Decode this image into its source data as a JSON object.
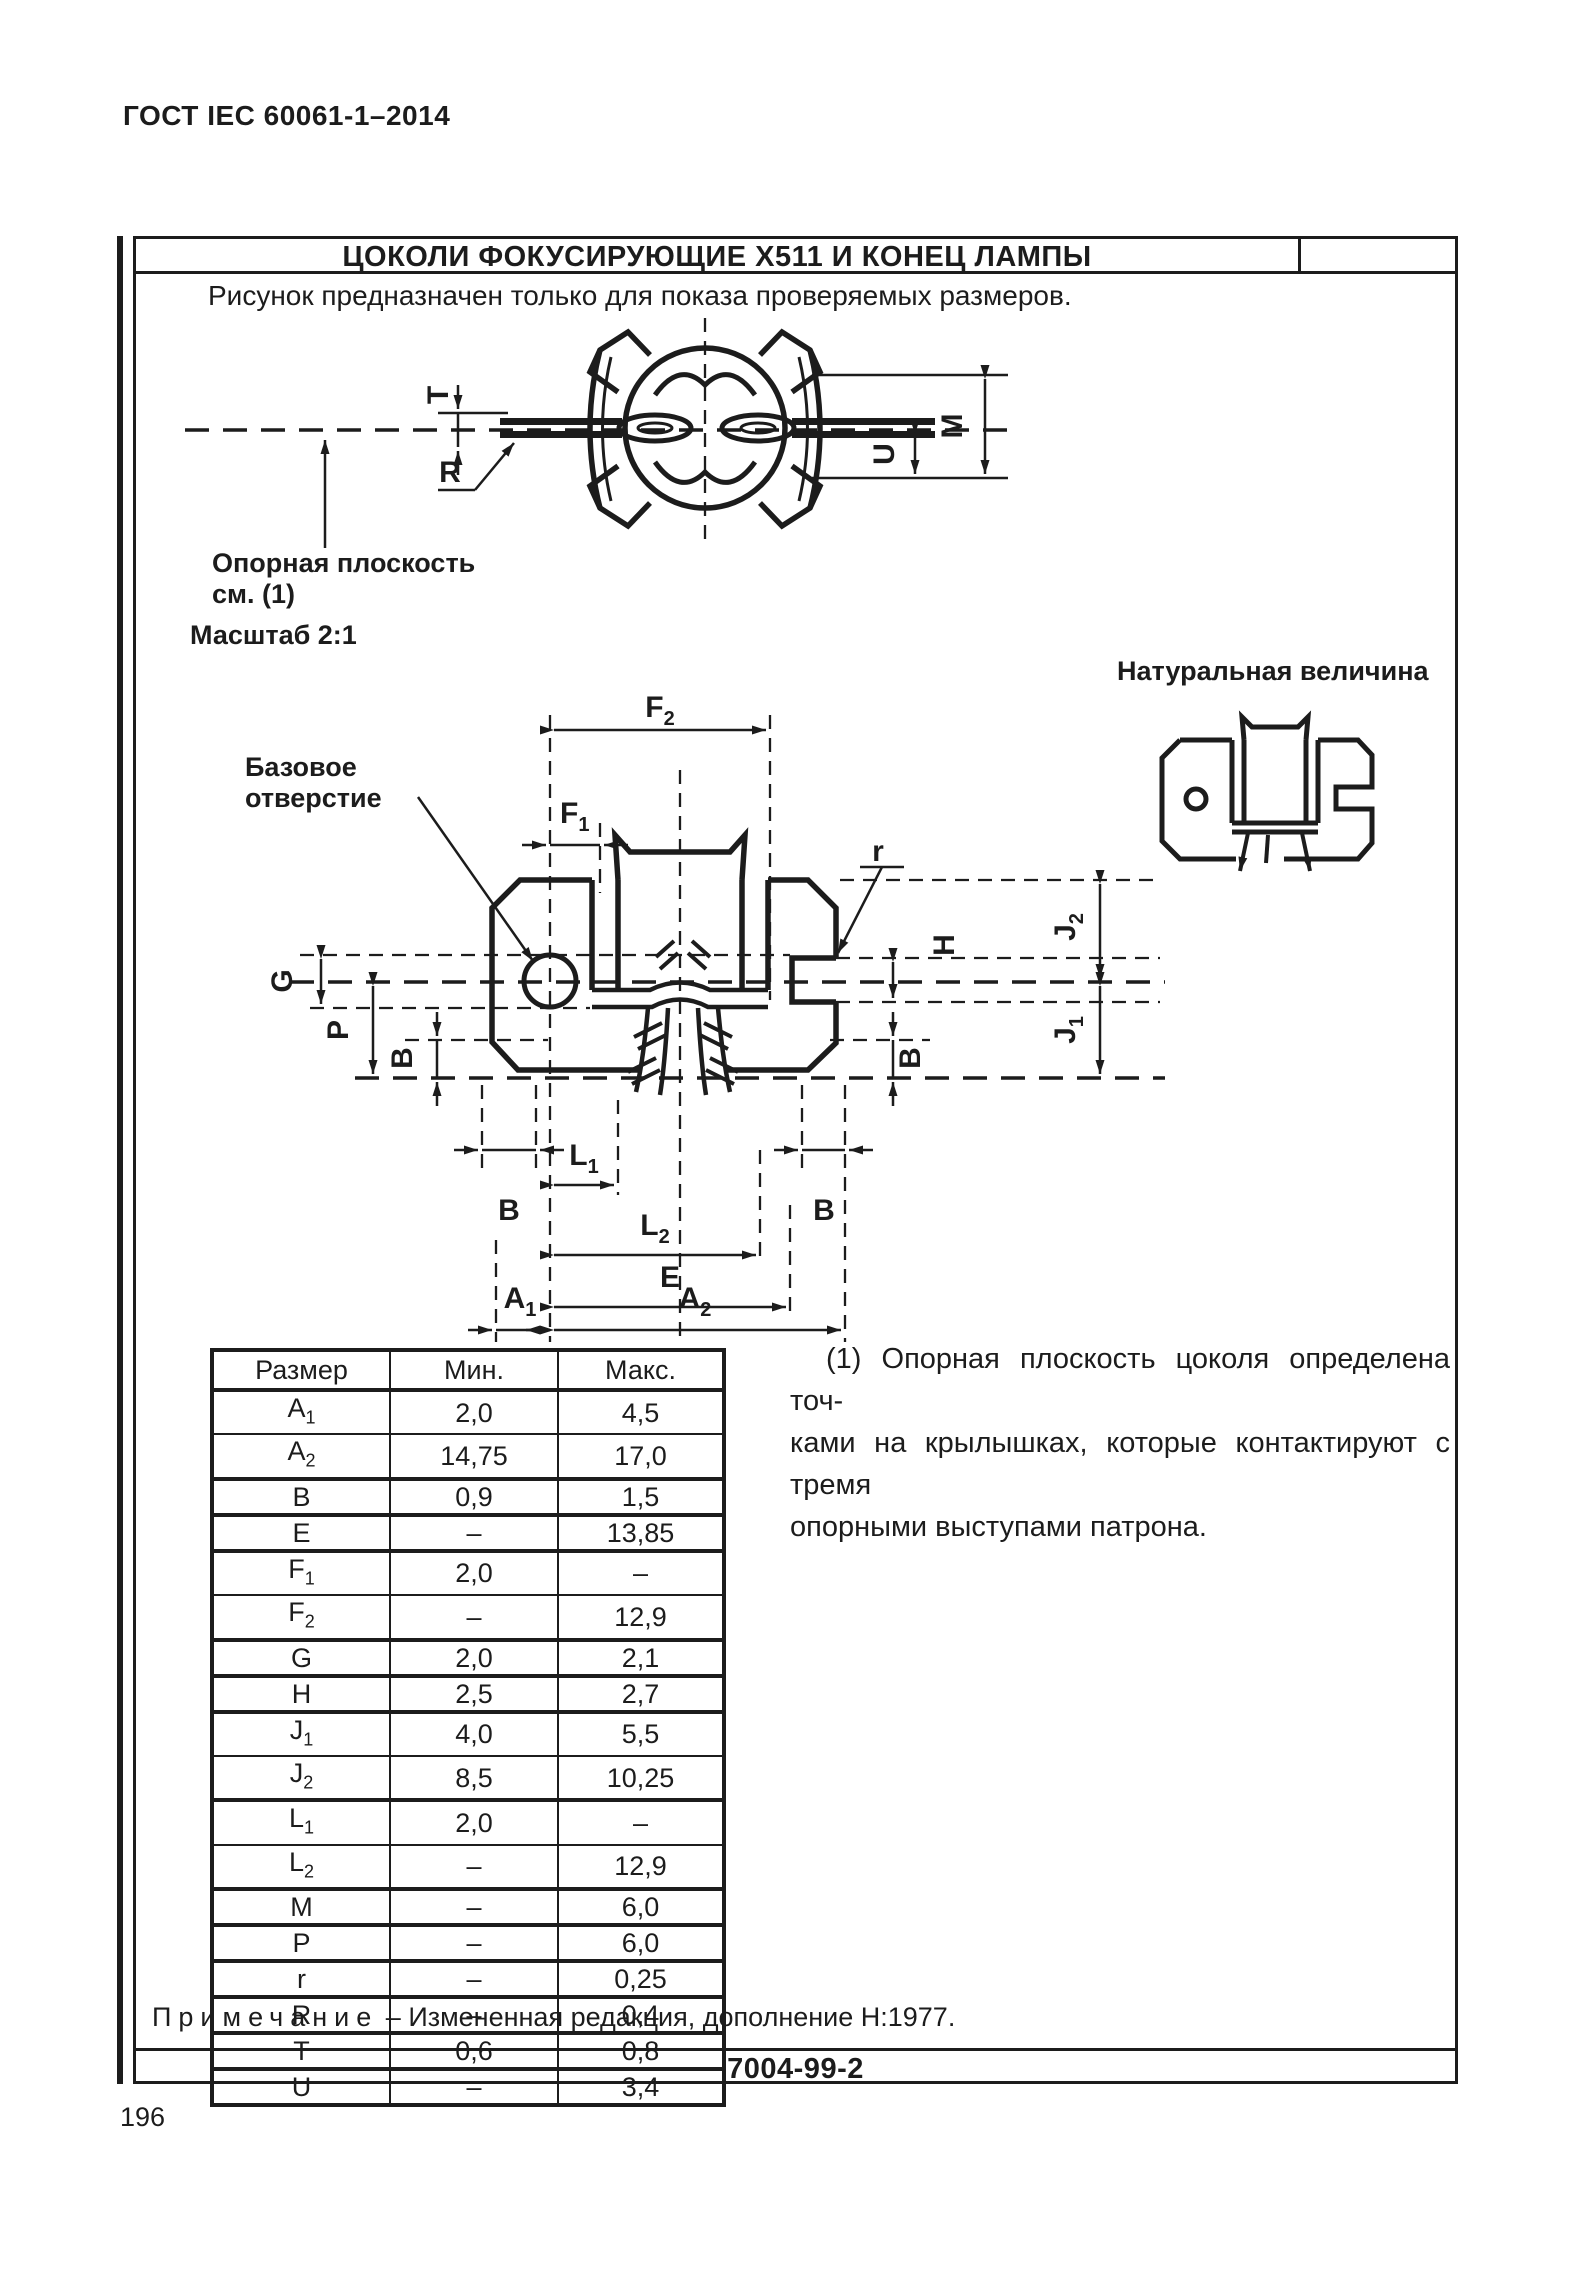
{
  "page": {
    "standard": "ГОСТ IEC 60061-1–2014",
    "page_number": "196",
    "sheet_code": "7004-99-2"
  },
  "sheet": {
    "title": "ЦОКОЛИ ФОКУСИРУЮЩИЕ X511 И КОНЕЦ ЛАМПЫ",
    "subtitle": "Рисунок предназначен только для показа проверяемых размеров.",
    "scale_label": "Масштаб 2:1",
    "natural_size_label": "Натуральная величина",
    "datum_label_line1": "Опорная плоскость",
    "datum_label_line2": "см. (1)",
    "base_hole_line1": "Базовое",
    "base_hole_line2": "отверстие"
  },
  "dims": {
    "t": "T",
    "r_cap": "R",
    "m": "M",
    "u": "U",
    "g": "G",
    "p": "P",
    "b": "B",
    "h": "H",
    "e": "E",
    "r_small": "r",
    "f1": {
      "base": "F",
      "sub": "1"
    },
    "f2": {
      "base": "F",
      "sub": "2"
    },
    "j1": {
      "base": "J",
      "sub": "1"
    },
    "j2": {
      "base": "J",
      "sub": "2"
    },
    "l1": {
      "base": "L",
      "sub": "1"
    },
    "l2": {
      "base": "L",
      "sub": "2"
    },
    "a1": {
      "base": "A",
      "sub": "1"
    },
    "a2": {
      "base": "A",
      "sub": "2"
    }
  },
  "table": {
    "headers": [
      "Размер",
      "Мин.",
      "Макс."
    ],
    "rows": [
      {
        "name": "A",
        "sub": "1",
        "min": "2,0",
        "max": "4,5",
        "group_start": true
      },
      {
        "name": "A",
        "sub": "2",
        "min": "14,75",
        "max": "17,0",
        "group_start": false
      },
      {
        "name": "B",
        "sub": "",
        "min": "0,9",
        "max": "1,5",
        "group_start": true
      },
      {
        "name": "E",
        "sub": "",
        "min": "–",
        "max": "13,85",
        "group_start": true
      },
      {
        "name": "F",
        "sub": "1",
        "min": "2,0",
        "max": "–",
        "group_start": true
      },
      {
        "name": "F",
        "sub": "2",
        "min": "–",
        "max": "12,9",
        "group_start": false
      },
      {
        "name": "G",
        "sub": "",
        "min": "2,0",
        "max": "2,1",
        "group_start": true
      },
      {
        "name": "H",
        "sub": "",
        "min": "2,5",
        "max": "2,7",
        "group_start": true
      },
      {
        "name": "J",
        "sub": "1",
        "min": "4,0",
        "max": "5,5",
        "group_start": true
      },
      {
        "name": "J",
        "sub": "2",
        "min": "8,5",
        "max": "10,25",
        "group_start": false
      },
      {
        "name": "L",
        "sub": "1",
        "min": "2,0",
        "max": "–",
        "group_start": true
      },
      {
        "name": "L",
        "sub": "2",
        "min": "–",
        "max": "12,9",
        "group_start": false
      },
      {
        "name": "M",
        "sub": "",
        "min": "–",
        "max": "6,0",
        "group_start": true
      },
      {
        "name": "P",
        "sub": "",
        "min": "–",
        "max": "6,0",
        "group_start": true
      },
      {
        "name": "r",
        "sub": "",
        "min": "–",
        "max": "0,25",
        "group_start": true
      },
      {
        "name": "R",
        "sub": "",
        "min": "–",
        "max": "0,4",
        "group_start": true
      },
      {
        "name": "T",
        "sub": "",
        "min": "0,6",
        "max": "0,8",
        "group_start": true
      },
      {
        "name": "U",
        "sub": "",
        "min": "–",
        "max": "3,4",
        "group_start": true
      }
    ]
  },
  "note": {
    "lines": [
      "(1) Опорная плоскость цоколя определена точ-",
      "ками на крылышках, которые контактируют с тремя",
      "опорными выступами патрона."
    ]
  },
  "footnote": {
    "label": "Примечание",
    "text": "– Измененная редакция, дополнение H:1977."
  }
}
